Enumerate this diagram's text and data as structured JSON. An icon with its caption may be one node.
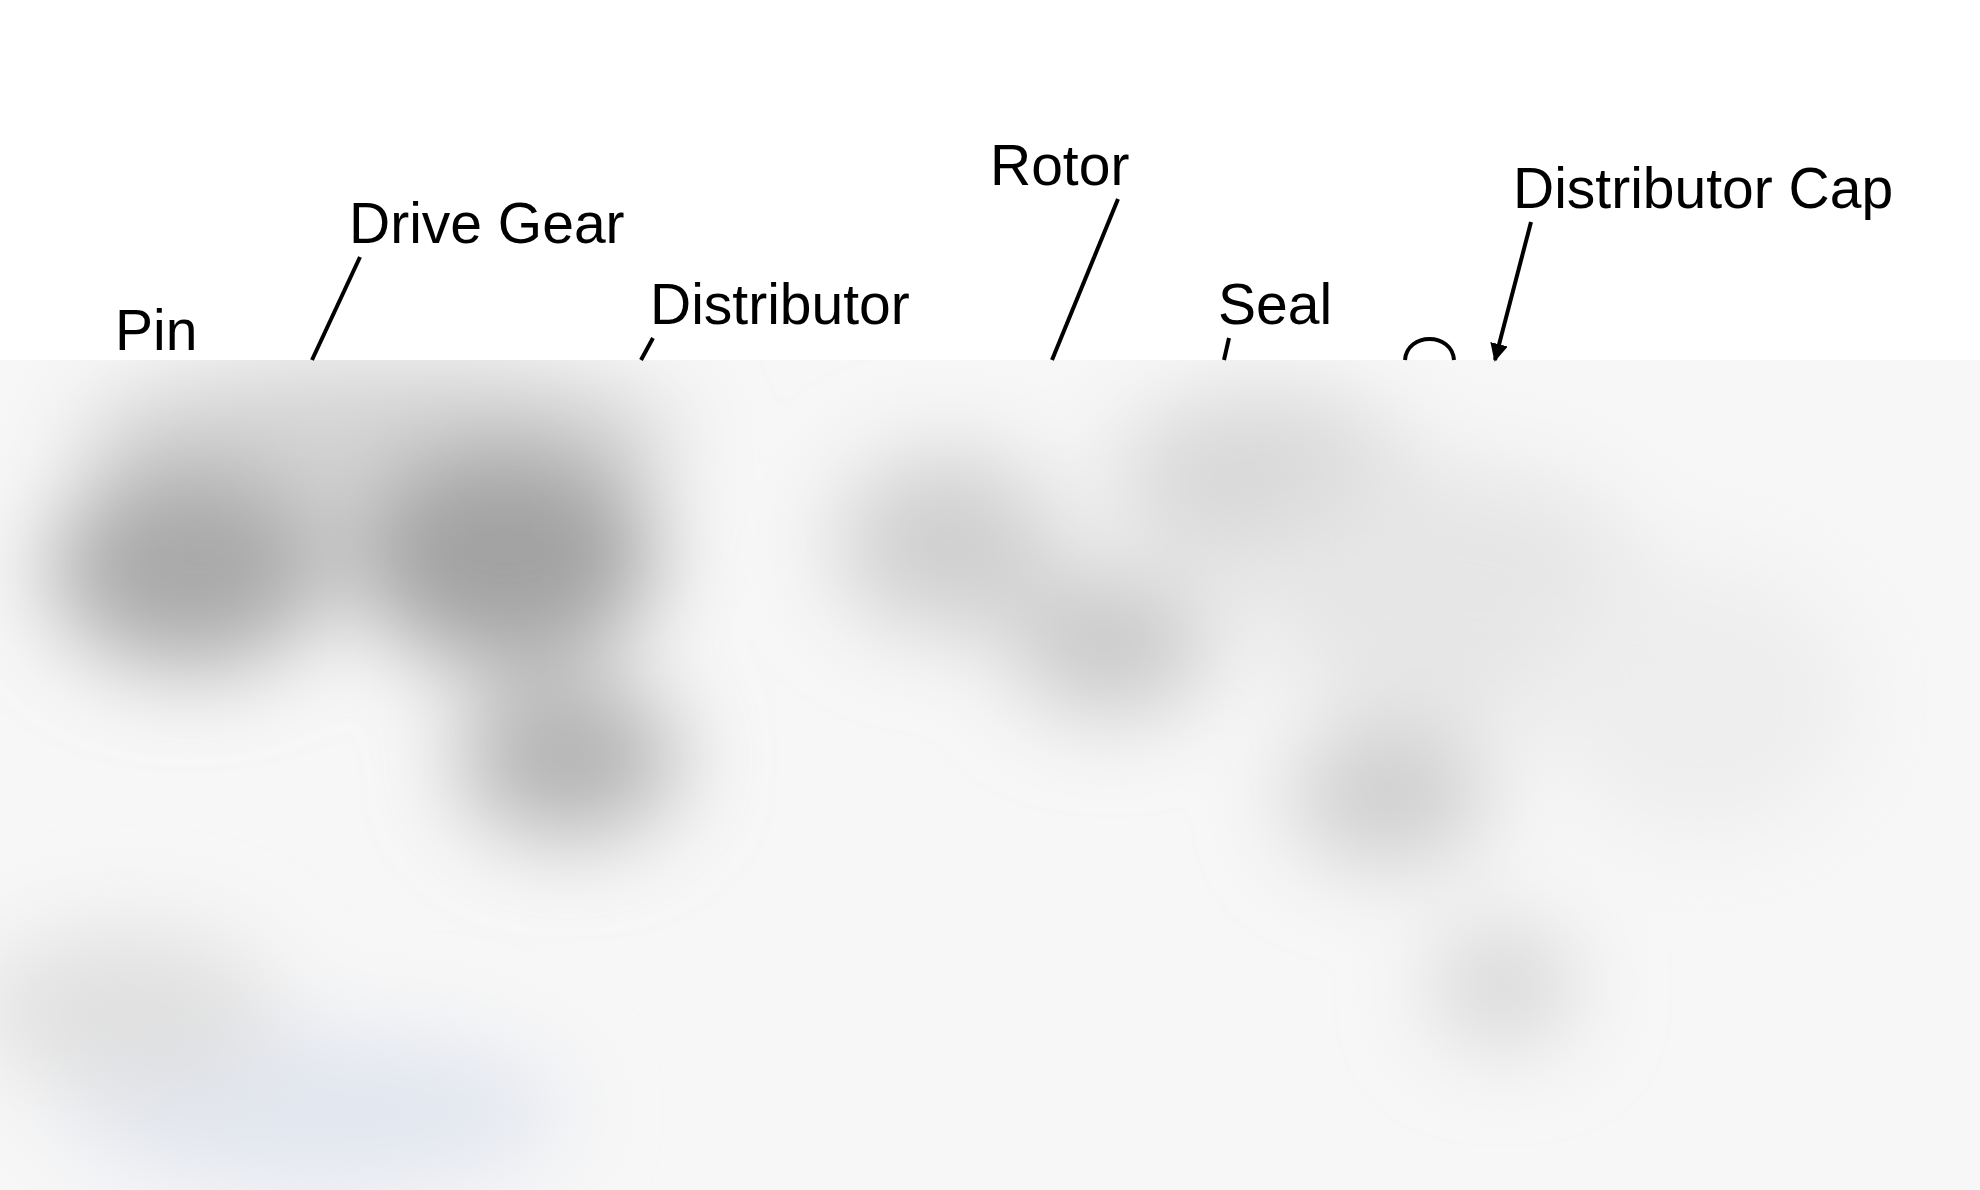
{
  "diagram": {
    "nodes": [
      {
        "text": [
          "Drive Gear"
        ]
      },
      {
        "text": [
          "Distributor"
        ]
      },
      {
        "text": [
          "Rotor"
        ]
      },
      {
        "text": [
          "Seal"
        ]
      },
      {
        "text": [
          "Distributor Cap"
        ]
      }
    ],
    "edges": [
      {
        "from": 0,
        "to": null,
        "arrow": "none"
      },
      {
        "from": 1,
        "to": null,
        "arrow": "none"
      },
      {
        "from": 2,
        "to": null,
        "arrow": "none"
      },
      {
        "from": 3,
        "to": null,
        "arrow": "none"
      },
      {
        "from": 4,
        "to": null,
        "arrow": "to"
      }
    ],
    "labels": [
      "Pin"
    ]
  }
}
